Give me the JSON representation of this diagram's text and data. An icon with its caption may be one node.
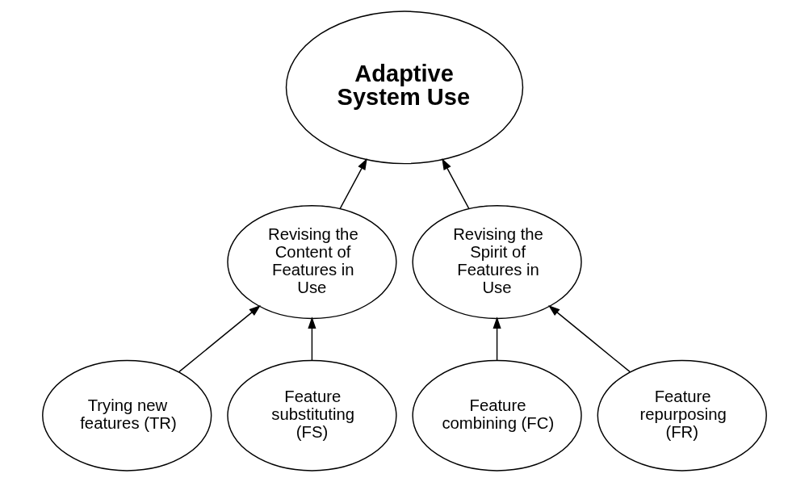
{
  "diagram": {
    "nodes": [
      {
        "text": [
          "Adaptive System Use"
        ]
      },
      {
        "text": [
          "Revising the Content of Features in Use"
        ]
      },
      {
        "text": [
          "Revising the Spirit of Features in Use"
        ]
      },
      {
        "text": [
          "Trying new features (TR)"
        ]
      },
      {
        "text": [
          "Feature substituting (FS)"
        ]
      },
      {
        "text": [
          "Feature combining (FC)"
        ]
      },
      {
        "text": [
          "Feature repurposing (FR)"
        ]
      }
    ],
    "edges": [
      {
        "from": 1,
        "to": 0,
        "arrow": "to"
      },
      {
        "from": 2,
        "to": 0,
        "arrow": "to"
      },
      {
        "from": 3,
        "to": 1,
        "arrow": "to"
      },
      {
        "from": 4,
        "to": 1,
        "arrow": "to"
      },
      {
        "from": 5,
        "to": 2,
        "arrow": "to"
      },
      {
        "from": 6,
        "to": 2,
        "arrow": "to"
      }
    ]
  }
}
